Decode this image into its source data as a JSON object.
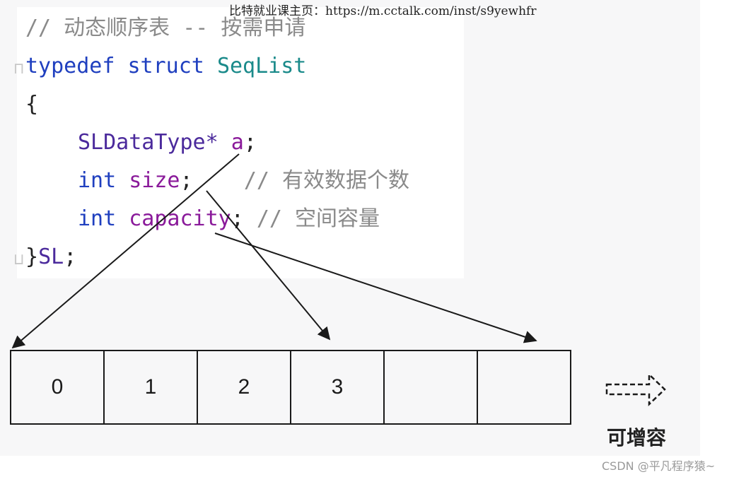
{
  "header_watermark": "比特就业课主页：https://m.cctalk.com/inst/s9yewhfr",
  "code": {
    "comment_line": "// 动态顺序表 -- 按需申请",
    "typedef_kw": "typedef",
    "struct_kw": "struct",
    "struct_name": "SeqList",
    "open_brace": "{",
    "field_a_type": "SLDataType*",
    "field_a_name": "a",
    "semicolon": ";",
    "int_kw": "int",
    "field_size": "size",
    "comment_size": "// 有效数据个数",
    "field_capacity": "capacity",
    "comment_capacity": "// 空间容量",
    "close_brace": "}",
    "alias": "SL"
  },
  "array_cells": [
    "0",
    "1",
    "2",
    "3",
    "",
    ""
  ],
  "grow_label": "可增容",
  "credit": "CSDN @平凡程序猿~",
  "colors": {
    "keyword": "#1f3fbf",
    "type_name": "#1a8a8a",
    "field": "#8a1a9a",
    "comment": "#8a8a8a"
  }
}
